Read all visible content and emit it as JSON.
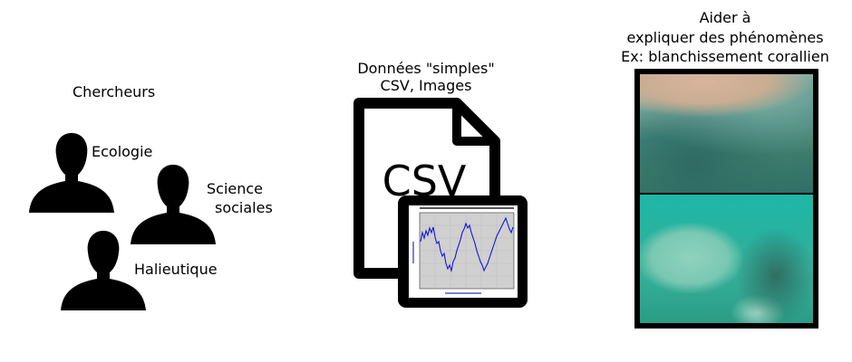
{
  "researchers": {
    "title": "Chercheurs",
    "roles": [
      {
        "label": "Ecologie"
      },
      {
        "lines": [
          "Science",
          "sociales"
        ]
      },
      {
        "label": "Halieutique"
      }
    ]
  },
  "data_panel": {
    "title_lines": [
      "Données \"simples\"",
      "CSV, Images"
    ],
    "file_label": "CSV"
  },
  "phenomena_panel": {
    "title_lines": [
      "Aider à",
      "expliquer des phénomènes",
      "Ex: blanchissement corallien"
    ]
  },
  "colors": {
    "silhouette": "#000000",
    "plot_line": "#1414d8",
    "plot_bg": "#d0d0d0"
  }
}
